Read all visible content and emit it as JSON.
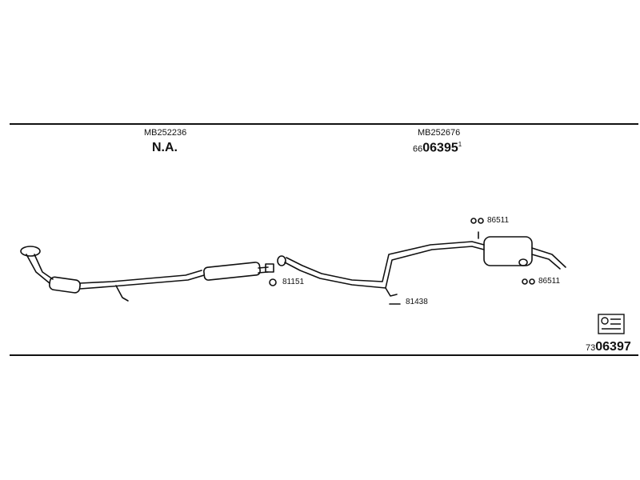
{
  "sections": {
    "left": {
      "part_code": "MB252236",
      "number": "N.A."
    },
    "right": {
      "part_code": "MB252676",
      "prefix": "66",
      "number": "06395",
      "suffix": "1"
    }
  },
  "refs": {
    "clamp_left": "81151",
    "hanger_mid": "81438",
    "clip_top": "86511",
    "clip_bottom": "86511"
  },
  "footer": {
    "prefix": "73",
    "number": "06397"
  },
  "icons": [
    "clamp-icon",
    "hanger-icon",
    "clip-icon",
    "catalog-icon"
  ]
}
